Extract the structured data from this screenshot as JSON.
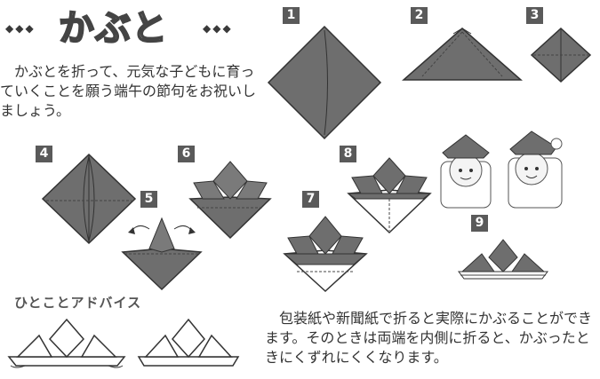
{
  "title": "かぶと",
  "title_ornament_left": "◆◆◆",
  "title_ornament_right": "◆◆◆",
  "intro": "かぶとを折って、元気な子どもに育っていくことを願う端午の節句をお祝いしましょう。",
  "steps": [
    "1",
    "2",
    "3",
    "4",
    "5",
    "6",
    "7",
    "8",
    "9"
  ],
  "advice_heading": "ひとことアドバイス",
  "advice": "包装紙や新聞紙で折ると実際にかぶることができます。そのときは両端を内側に折ると、かぶったときにくずれにくくなります。",
  "colors": {
    "paper_gray": "#6e6e6e",
    "paper_white": "#ffffff",
    "badge": "#5a5a5a"
  }
}
